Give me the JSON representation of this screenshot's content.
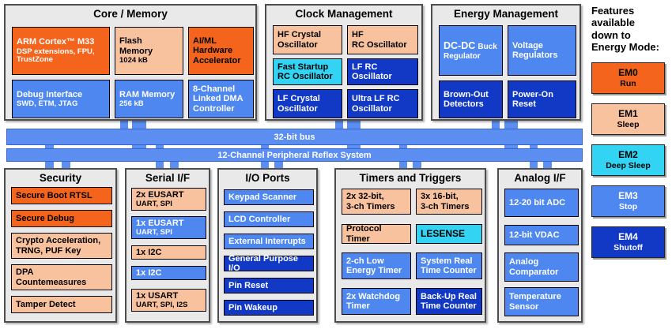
{
  "palette": {
    "orange": "#F4641C",
    "peach": "#F9C29E",
    "cyan": "#33D4F3",
    "blue": "#4E87EF",
    "dark_blue": "#1139C6",
    "bus_blue": "#5B8EF0",
    "panel_bg": "#E9E9E9",
    "panel_border": "#4D4D4D"
  },
  "buses": [
    {
      "label": "32-bit bus"
    },
    {
      "label": "12-Channel Peripheral Reflex System"
    }
  ],
  "legend": {
    "title": "Features available down to Energy Mode:",
    "modes": [
      {
        "name": "EM0",
        "label": "Run",
        "color": "orange"
      },
      {
        "name": "EM1",
        "label": "Sleep",
        "color": "peach"
      },
      {
        "name": "EM2",
        "label": "Deep Sleep",
        "color": "cyan"
      },
      {
        "name": "EM3",
        "label": "Stop",
        "color": "blue"
      },
      {
        "name": "EM4",
        "label": "Shutoff",
        "color": "dark_blue"
      }
    ]
  },
  "groups": [
    {
      "title": "Core / Memory",
      "blocks": [
        {
          "title": "ARM Cortex™ M33",
          "subtitle": "DSP extensions, FPU,\nTrustZone",
          "color": "orange"
        },
        {
          "title": "Flash\nMemory",
          "subtitle": "1024 kB",
          "color": "peach"
        },
        {
          "title": "AI/ML\nHardware\nAccelerator",
          "color": "orange"
        },
        {
          "title": "Debug Interface",
          "subtitle": "SWD, ETM, JTAG",
          "color": "blue"
        },
        {
          "title": "RAM Memory",
          "subtitle": "256 kB",
          "color": "blue"
        },
        {
          "title": "8-Channel\nLinked DMA\nController",
          "color": "blue"
        }
      ]
    },
    {
      "title": "Clock Management",
      "blocks": [
        {
          "title": "HF Crystal\nOscillator",
          "color": "peach"
        },
        {
          "title": "HF\nRC Oscillator",
          "color": "peach"
        },
        {
          "title": "Fast Startup\nRC Oscillator",
          "color": "cyan"
        },
        {
          "title": "LF RC\nOscillator",
          "color": "dark_blue"
        },
        {
          "title": "LF Crystal\nOscillator",
          "color": "dark_blue"
        },
        {
          "title": "Ultra LF RC\nOscillator",
          "color": "dark_blue"
        }
      ]
    },
    {
      "title": "Energy Management",
      "blocks": [
        {
          "title": "DC-DC",
          "title_suffix": "Buck",
          "subtitle": "Regulator",
          "color": "blue"
        },
        {
          "title": "Voltage\nRegulators",
          "color": "blue"
        },
        {
          "title": "Brown-Out\nDetectors",
          "color": "dark_blue"
        },
        {
          "title": "Power-On\nReset",
          "color": "dark_blue"
        }
      ]
    },
    {
      "title": "Security",
      "blocks": [
        {
          "title": "Secure Boot RTSL",
          "color": "orange"
        },
        {
          "title": "Secure Debug",
          "color": "orange"
        },
        {
          "title": "Crypto Acceleration,\nTRNG, PUF Key",
          "color": "peach"
        },
        {
          "title": "DPA\nCountemeasures",
          "color": "peach"
        },
        {
          "title": "Tamper Detect",
          "color": "peach"
        }
      ]
    },
    {
      "title": "Serial I/F",
      "blocks": [
        {
          "title": "2x EUSART",
          "subtitle": "UART, SPI",
          "color": "peach"
        },
        {
          "title": "1x EUSART",
          "subtitle": "UART, SPI",
          "color": "blue"
        },
        {
          "title": "1x I2C",
          "color": "peach"
        },
        {
          "title": "1x I2C",
          "color": "blue"
        },
        {
          "title": "1x USART",
          "subtitle": "UART, SPI, I2S",
          "color": "peach"
        }
      ]
    },
    {
      "title": "I/O Ports",
      "blocks": [
        {
          "title": "Keypad Scanner",
          "color": "blue"
        },
        {
          "title": "LCD Controller",
          "color": "blue"
        },
        {
          "title": "External Interrupts",
          "color": "blue"
        },
        {
          "title": "General Purpose I/O",
          "color": "dark_blue"
        },
        {
          "title": "Pin Reset",
          "color": "dark_blue"
        },
        {
          "title": "Pin Wakeup",
          "color": "dark_blue"
        }
      ]
    },
    {
      "title": "Timers and Triggers",
      "blocks": [
        {
          "title": "2x 32-bit,\n3-ch Timers",
          "color": "peach"
        },
        {
          "title": "3x 16-bit,\n3-ch Timers",
          "color": "peach"
        },
        {
          "title": "Protocol\nTimer",
          "color": "peach"
        },
        {
          "title": "LESENSE",
          "color": "cyan"
        },
        {
          "title": "2-ch Low\nEnergy Timer",
          "color": "blue"
        },
        {
          "title": "System Real\nTime Counter",
          "color": "blue"
        },
        {
          "title": "2x Watchdog\nTimer",
          "color": "blue"
        },
        {
          "title": "Back-Up Real\nTime Counter",
          "color": "dark_blue"
        }
      ]
    },
    {
      "title": "Analog I/F",
      "blocks": [
        {
          "title": "12-20 bit ADC",
          "color": "blue"
        },
        {
          "title": "12-bit VDAC",
          "color": "blue"
        },
        {
          "title": "Analog\nComparator",
          "color": "blue"
        },
        {
          "title": "Temperature\nSensor",
          "color": "blue"
        }
      ]
    }
  ]
}
